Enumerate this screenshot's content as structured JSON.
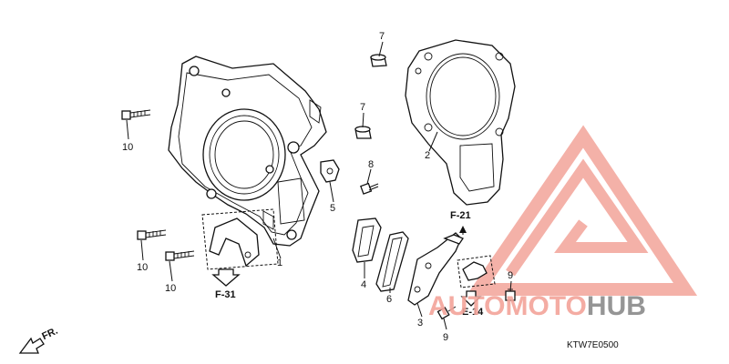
{
  "diagram": {
    "callouts": {
      "c1": "1",
      "c2": "2",
      "c3": "3",
      "c4": "4",
      "c5": "5",
      "c6": "6",
      "c7a": "7",
      "c7b": "7",
      "c8": "8",
      "c9a": "9",
      "c9b": "9",
      "c10a": "10",
      "c10b": "10",
      "c10c": "10"
    },
    "references": {
      "f31": "F-31",
      "f21": "F-21",
      "e14": "E-14"
    },
    "direction_label": "FR.",
    "diagram_code": "KTW7E0500"
  },
  "watermark": {
    "text_accent": "AUTOMOTO",
    "text_dark": "HUB",
    "accent_color": "#f3a49a",
    "dark_color": "#8a8a8a",
    "logo": "triangle-logo"
  }
}
